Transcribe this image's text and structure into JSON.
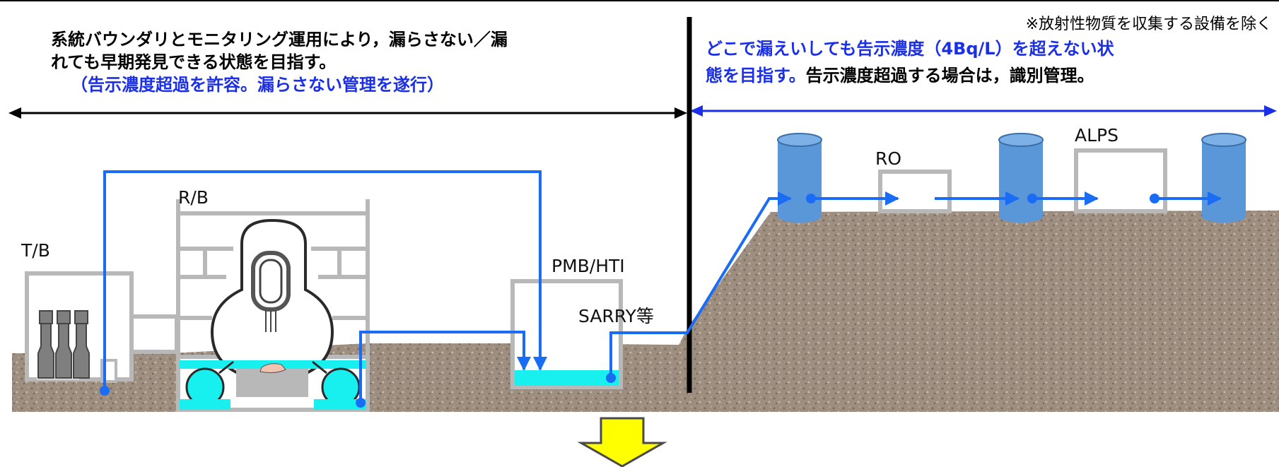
{
  "note": "※放射性物質を収集する設備を除く",
  "left_heading": {
    "line1": "系統バウンダリとモニタリング運用により，漏らさない／漏",
    "line2": "れても早期発見できる状態を目指す。",
    "line3": "（告示濃度超過を許容。漏らさない管理を遂行）"
  },
  "right_heading": {
    "line1": "どこで漏えいしても告示濃度（4Bq/L）を超えない状",
    "line2_blue": "態を目指す。",
    "line2_black": "告示濃度超過する場合は，識別管理。"
  },
  "labels": {
    "tb": "T/B",
    "rb": "R/B",
    "pmb": "PMB/HTI",
    "sarry": "SARRY等",
    "ro": "RO",
    "alps": "ALPS"
  },
  "colors": {
    "flow": "#1a6cf5",
    "arrow_black": "#000000",
    "arrow_blue": "#1a2fe6",
    "water": "#18f0f0",
    "ground": "#9d8e80",
    "building": "#b8b8b8",
    "tank": "#5a97d8",
    "down_arrow": "#ffff00"
  }
}
